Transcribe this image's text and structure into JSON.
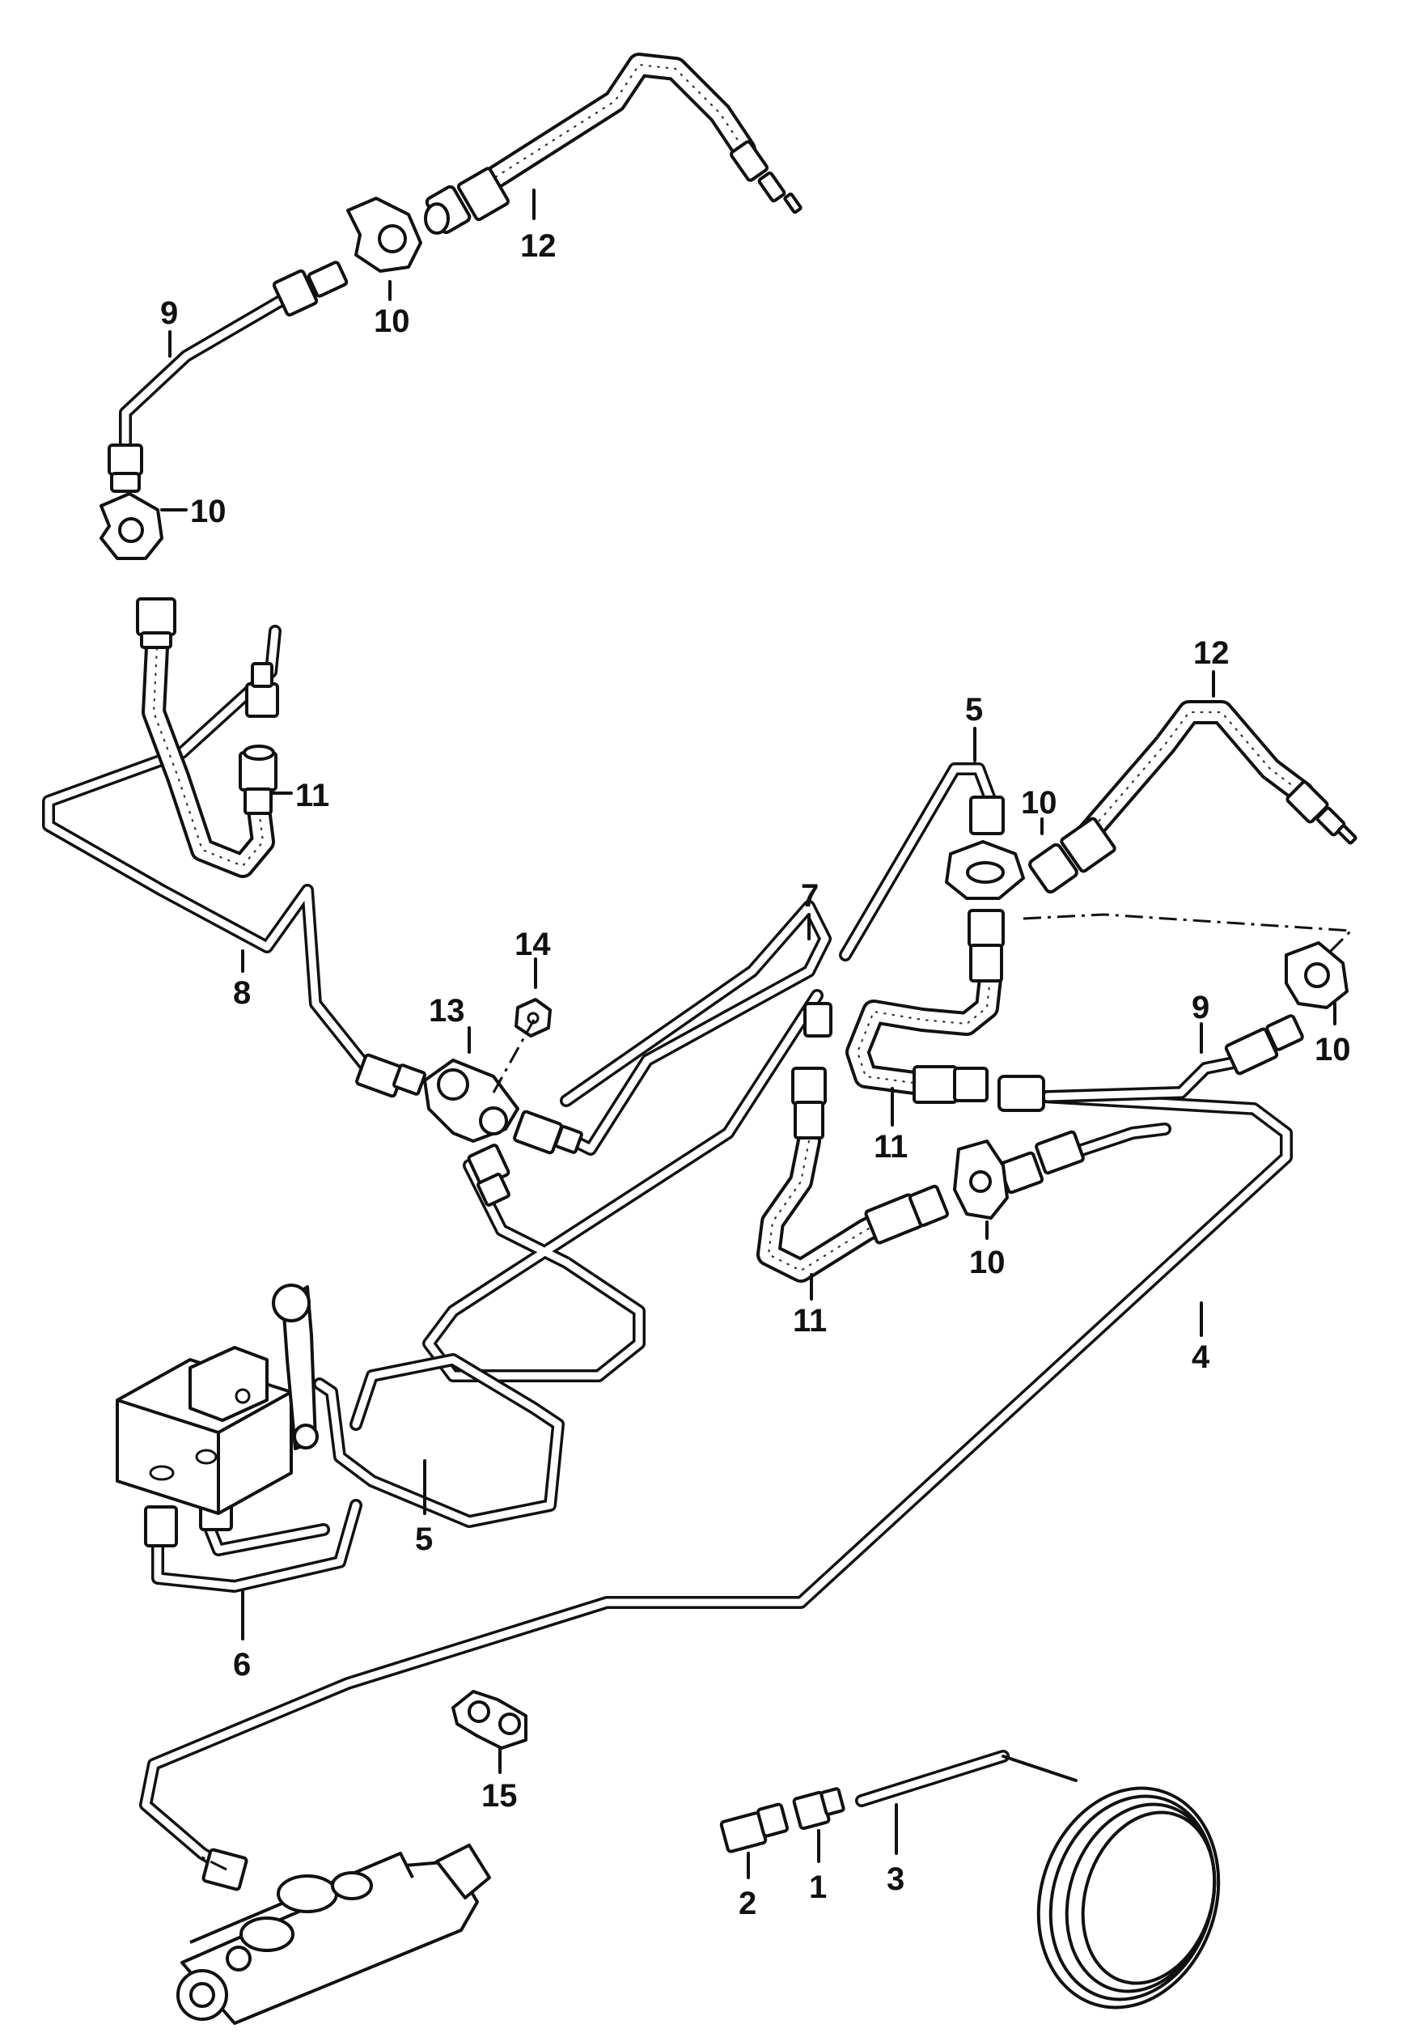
{
  "labels": {
    "l1": "1",
    "l2": "2",
    "l3": "3",
    "l4": "4",
    "l5a": "5",
    "l5b": "5",
    "l6": "6",
    "l7": "7",
    "l8": "8",
    "l9a": "9",
    "l9b": "9",
    "l10a": "10",
    "l10b": "10",
    "l10c": "10",
    "l10d": "10",
    "l10e": "10",
    "l11a": "11",
    "l11b": "11",
    "l11c": "11",
    "l12a": "12",
    "l12b": "12",
    "l13": "13",
    "l14": "14",
    "l15": "15"
  }
}
